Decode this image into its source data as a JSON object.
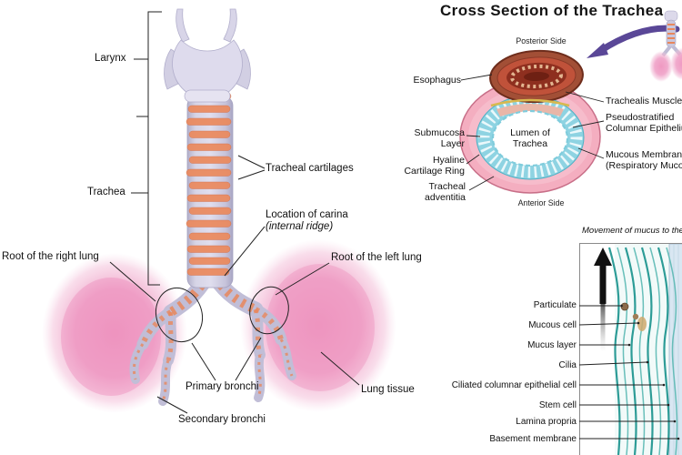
{
  "anatomy": {
    "larynx": "Larynx",
    "trachea": "Trachea",
    "tracheal_cartilages": "Tracheal cartilages",
    "carina_line1": "Location of carina",
    "carina_line2": "(internal ridge)",
    "root_right_lung": "Root of the right lung",
    "root_left_lung": "Root of the left lung",
    "primary_bronchi": "Primary bronchi",
    "lung_tissue": "Lung tissue",
    "secondary_bronchi": "Secondary bronchi"
  },
  "cross_section": {
    "title": "Cross Section of the Trachea",
    "posterior_side": "Posterior Side",
    "anterior_side": "Anterior Side",
    "esophagus": "Esophagus",
    "trachealis_muscle": "Trachealis Muscle",
    "epithelium_line1": "Pseudostratified",
    "epithelium_line2": "Columnar Epithelium",
    "submucosa_line1": "Submucosa",
    "submucosa_line2": "Layer",
    "lumen_line1": "Lumen of",
    "lumen_line2": "Trachea",
    "hyaline_line1": "Hyaline",
    "hyaline_line2": "Cartilage Ring",
    "mucous_line1": "Mucous Membrane",
    "mucous_line2": "(Respiratory Mucosa)",
    "adventitia_line1": "Tracheal",
    "adventitia_line2": "adventitia"
  },
  "mucus_panel": {
    "title": "Movement of mucus to the",
    "particulate": "Particulate",
    "mucous_cell": "Mucous cell",
    "mucus_layer": "Mucus layer",
    "cilia": "Cilia",
    "ciliated_cell": "Ciliated columnar epithelial cell",
    "stem_cell": "Stem cell",
    "lamina_propria": "Lamina propria",
    "basement_membrane": "Basement membrane"
  },
  "colors": {
    "cartilage_salmon": "#eb8a5e",
    "trachea_lavender": "#cdcadf",
    "lung_pink": "#ef9cc4",
    "cross_outer_pink": "#f4aec0",
    "cross_epithelium_teal": "#8ed3e2",
    "esophagus_brown": "#a24f36",
    "arrow_purple": "#5a4797",
    "cilia_teal": "#17918c"
  }
}
